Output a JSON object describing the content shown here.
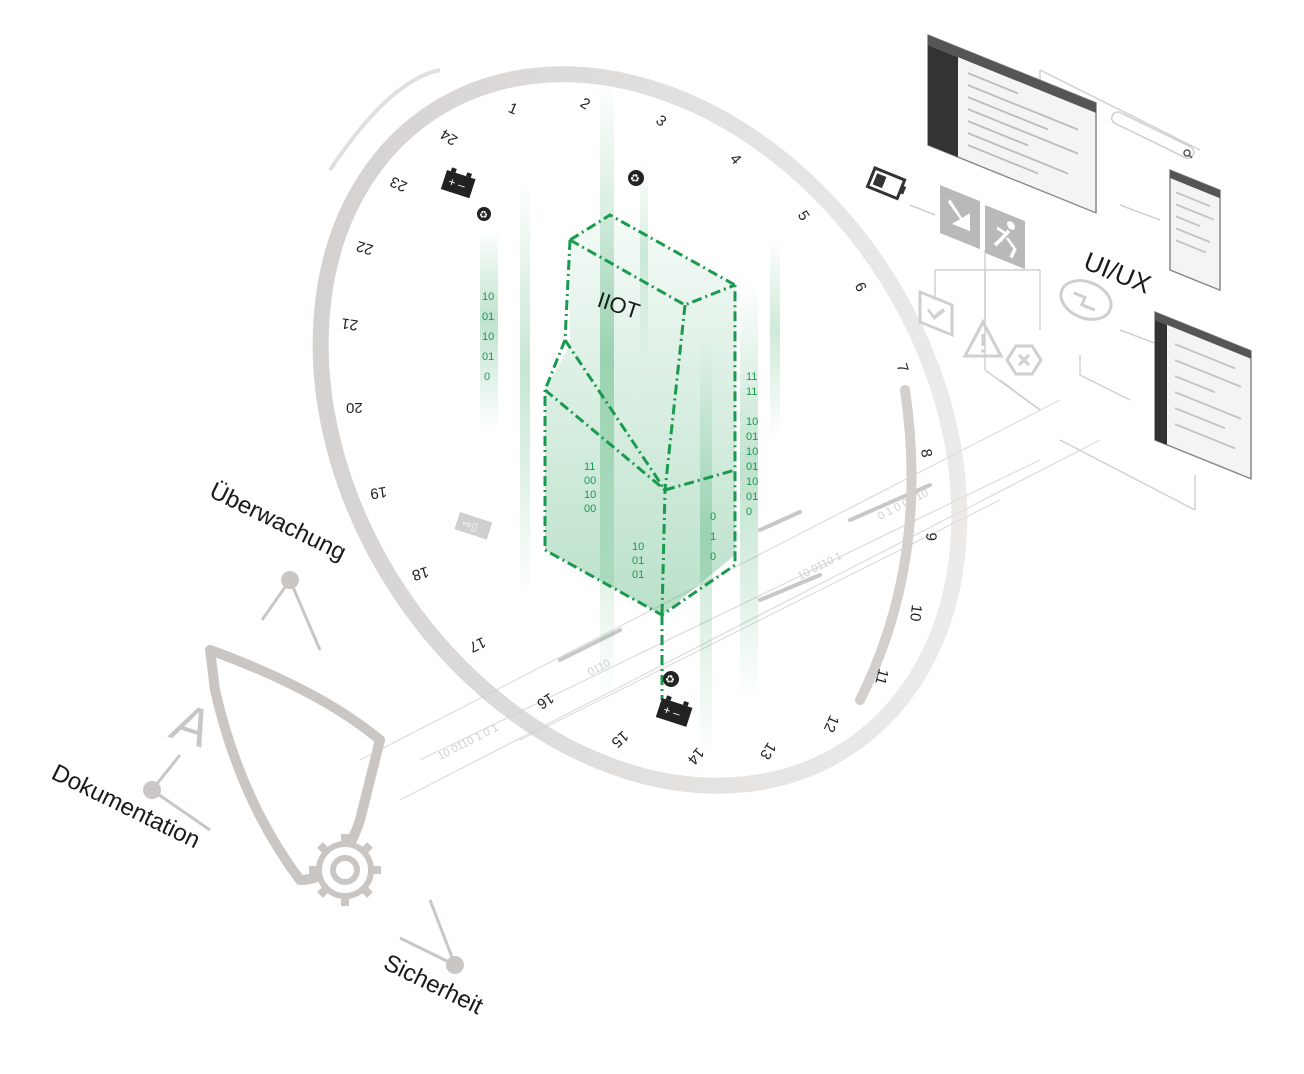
{
  "labels": {
    "iiot": "IIOT",
    "uiux": "UI/UX",
    "monitoring": "Überwachung",
    "documentation": "Dokumentation",
    "security": "Sicherheit",
    "shield_letter": "A"
  },
  "clock_numbers": [
    "1",
    "2",
    "3",
    "4",
    "5",
    "6",
    "7",
    "8",
    "9",
    "10",
    "11",
    "12",
    "13",
    "14",
    "15",
    "16",
    "17",
    "18",
    "19",
    "20",
    "21",
    "22",
    "23",
    "24"
  ],
  "binary_strings": {
    "bottom_strip_a": "10   0110 1   0   1",
    "bottom_strip_b": "0110",
    "right_strip_a": "10   0110 1",
    "right_strip_b": "0  1   0   01 10"
  },
  "icons": [
    "battery-icon",
    "recycle-icon",
    "exit-sign-icon",
    "emergency-exit-icon",
    "check-icon",
    "warning-icon",
    "error-icon",
    "sl-logo-icon",
    "shield-icon",
    "gear-icon",
    "search-icon"
  ],
  "colors": {
    "accent_green": "#1a9a4e",
    "ring_gray": "#d9d6d4",
    "line_gray": "#cfcfcf",
    "text_dark": "#1a1a1a"
  }
}
